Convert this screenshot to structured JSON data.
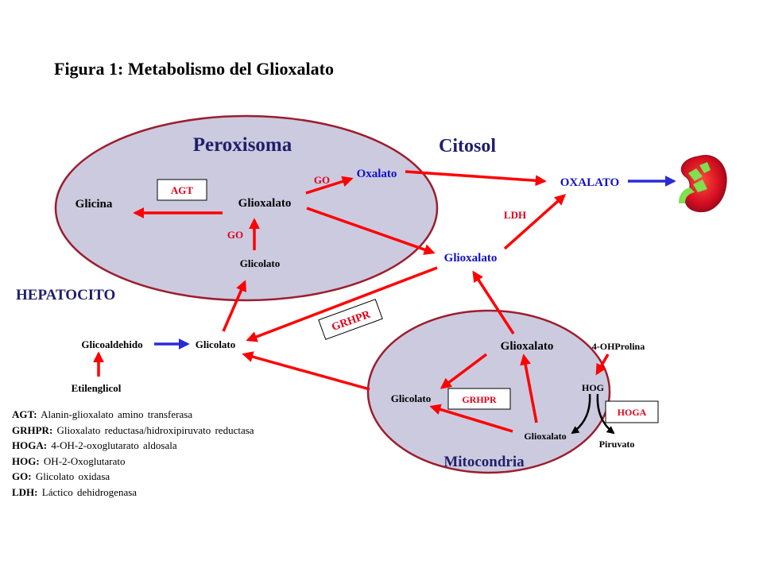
{
  "title": "Figura 1: Metabolismo del Glioxalato",
  "compartments": {
    "peroxisome": "Peroxisoma",
    "cytosol": "Citosol",
    "hepatocyte": "HEPATOCITO",
    "mitochondria": "Mitocondria"
  },
  "nodes": {
    "glicina": "Glicina",
    "glioxalato_perox": "Glioxalato",
    "oxalato_perox": "Oxalato",
    "glicolato_perox": "Glicolato",
    "oxalato_out": "OXALATO",
    "glioxalato_cyto": "Glioxalato",
    "glicoaldehido": "Glicoaldehido",
    "glicolato_cyto": "Glicolato",
    "etilenglicol": "Etilenglicol",
    "glioxalato_mito": "Glioxalato",
    "ohprolina": "4-OHProlina",
    "hog": "HOG",
    "glicolato_mito": "Glicolato",
    "glioxalato_mito2": "Glioxalato",
    "piruvato": "Piruvato"
  },
  "enzymes": {
    "agt": "AGT",
    "go_top": "GO",
    "go_mid": "GO",
    "ldh": "LDH",
    "grhpr_cyto": "GRHPR",
    "grhpr_mito": "GRHPR",
    "hoga": "HOGA"
  },
  "legend": [
    {
      "abbr": "AGT:",
      "text": "Alanin-glioxalato amino transferasa"
    },
    {
      "abbr": "GRHPR:",
      "text": "Glioxalato reductasa/hidroxipiruvato reductasa"
    },
    {
      "abbr": "HOGA:",
      "text": "4-OH-2-oxoglutarato aldosala"
    },
    {
      "abbr": "HOG:",
      "text": "OH-2-Oxoglutarato"
    },
    {
      "abbr": "GO:",
      "text": "Glicolato oxidasa"
    },
    {
      "abbr": "LDH:",
      "text": "Láctico dehidrogenasa"
    }
  ],
  "colors": {
    "arrow_main": "#ff0000",
    "arrow_blue": "#2b2bd6",
    "compartment_fill": "#cccadf",
    "compartment_border": "#9c1d2e",
    "label_navy": "#1f1f6b",
    "label_blue": "#1010cc",
    "enzyme_red": "#e0001a"
  }
}
